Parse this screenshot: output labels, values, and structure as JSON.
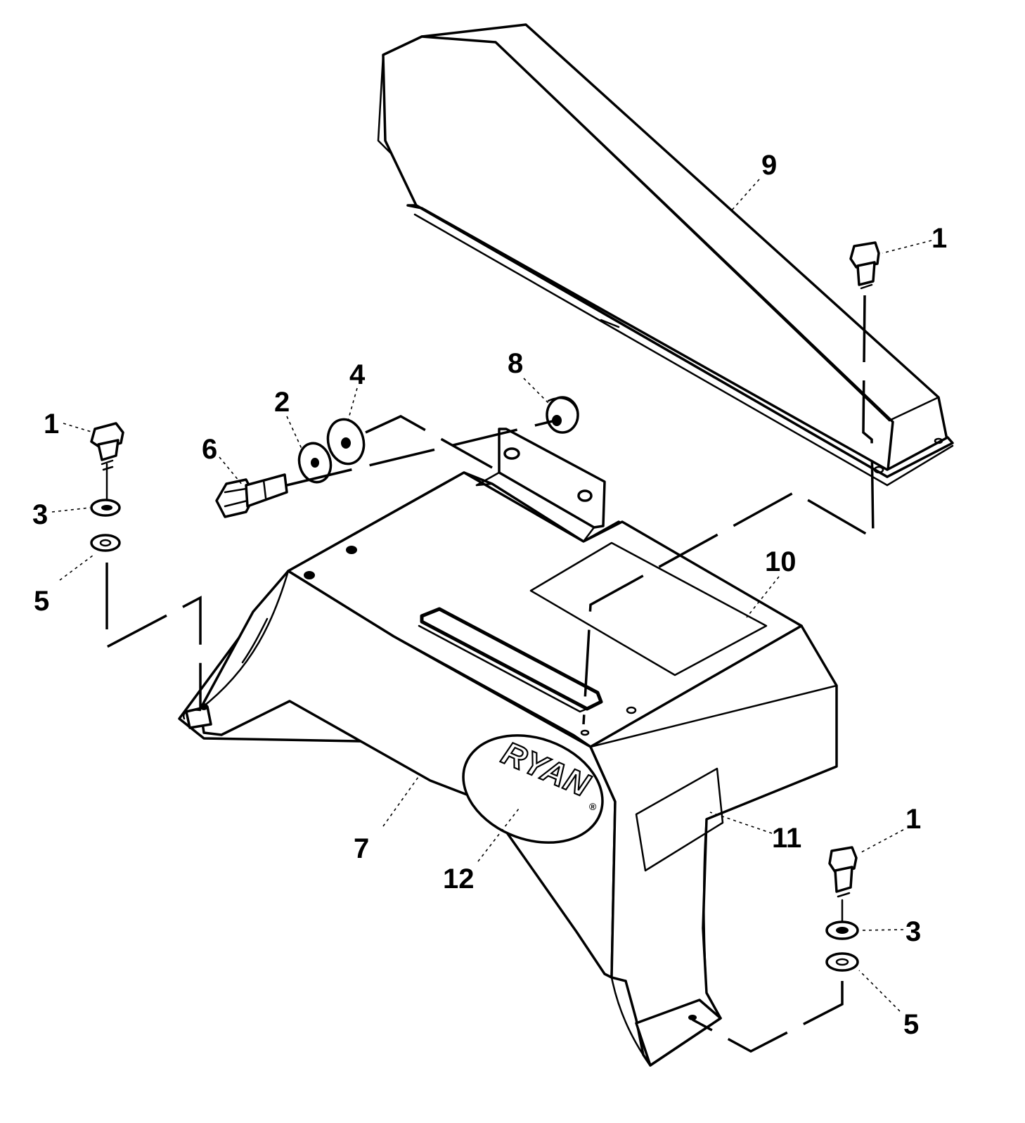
{
  "brand": {
    "logo_text": "RYAN",
    "logo_mark": "®"
  },
  "callouts": {
    "c1_top": "1",
    "c1_left": "1",
    "c1_bottom": "1",
    "c2": "2",
    "c3_left": "3",
    "c3_right": "3",
    "c4": "4",
    "c5_left": "5",
    "c5_right": "5",
    "c6": "6",
    "c7": "7",
    "c8": "8",
    "c9": "9",
    "c10": "10",
    "c11": "11",
    "c12": "12"
  }
}
